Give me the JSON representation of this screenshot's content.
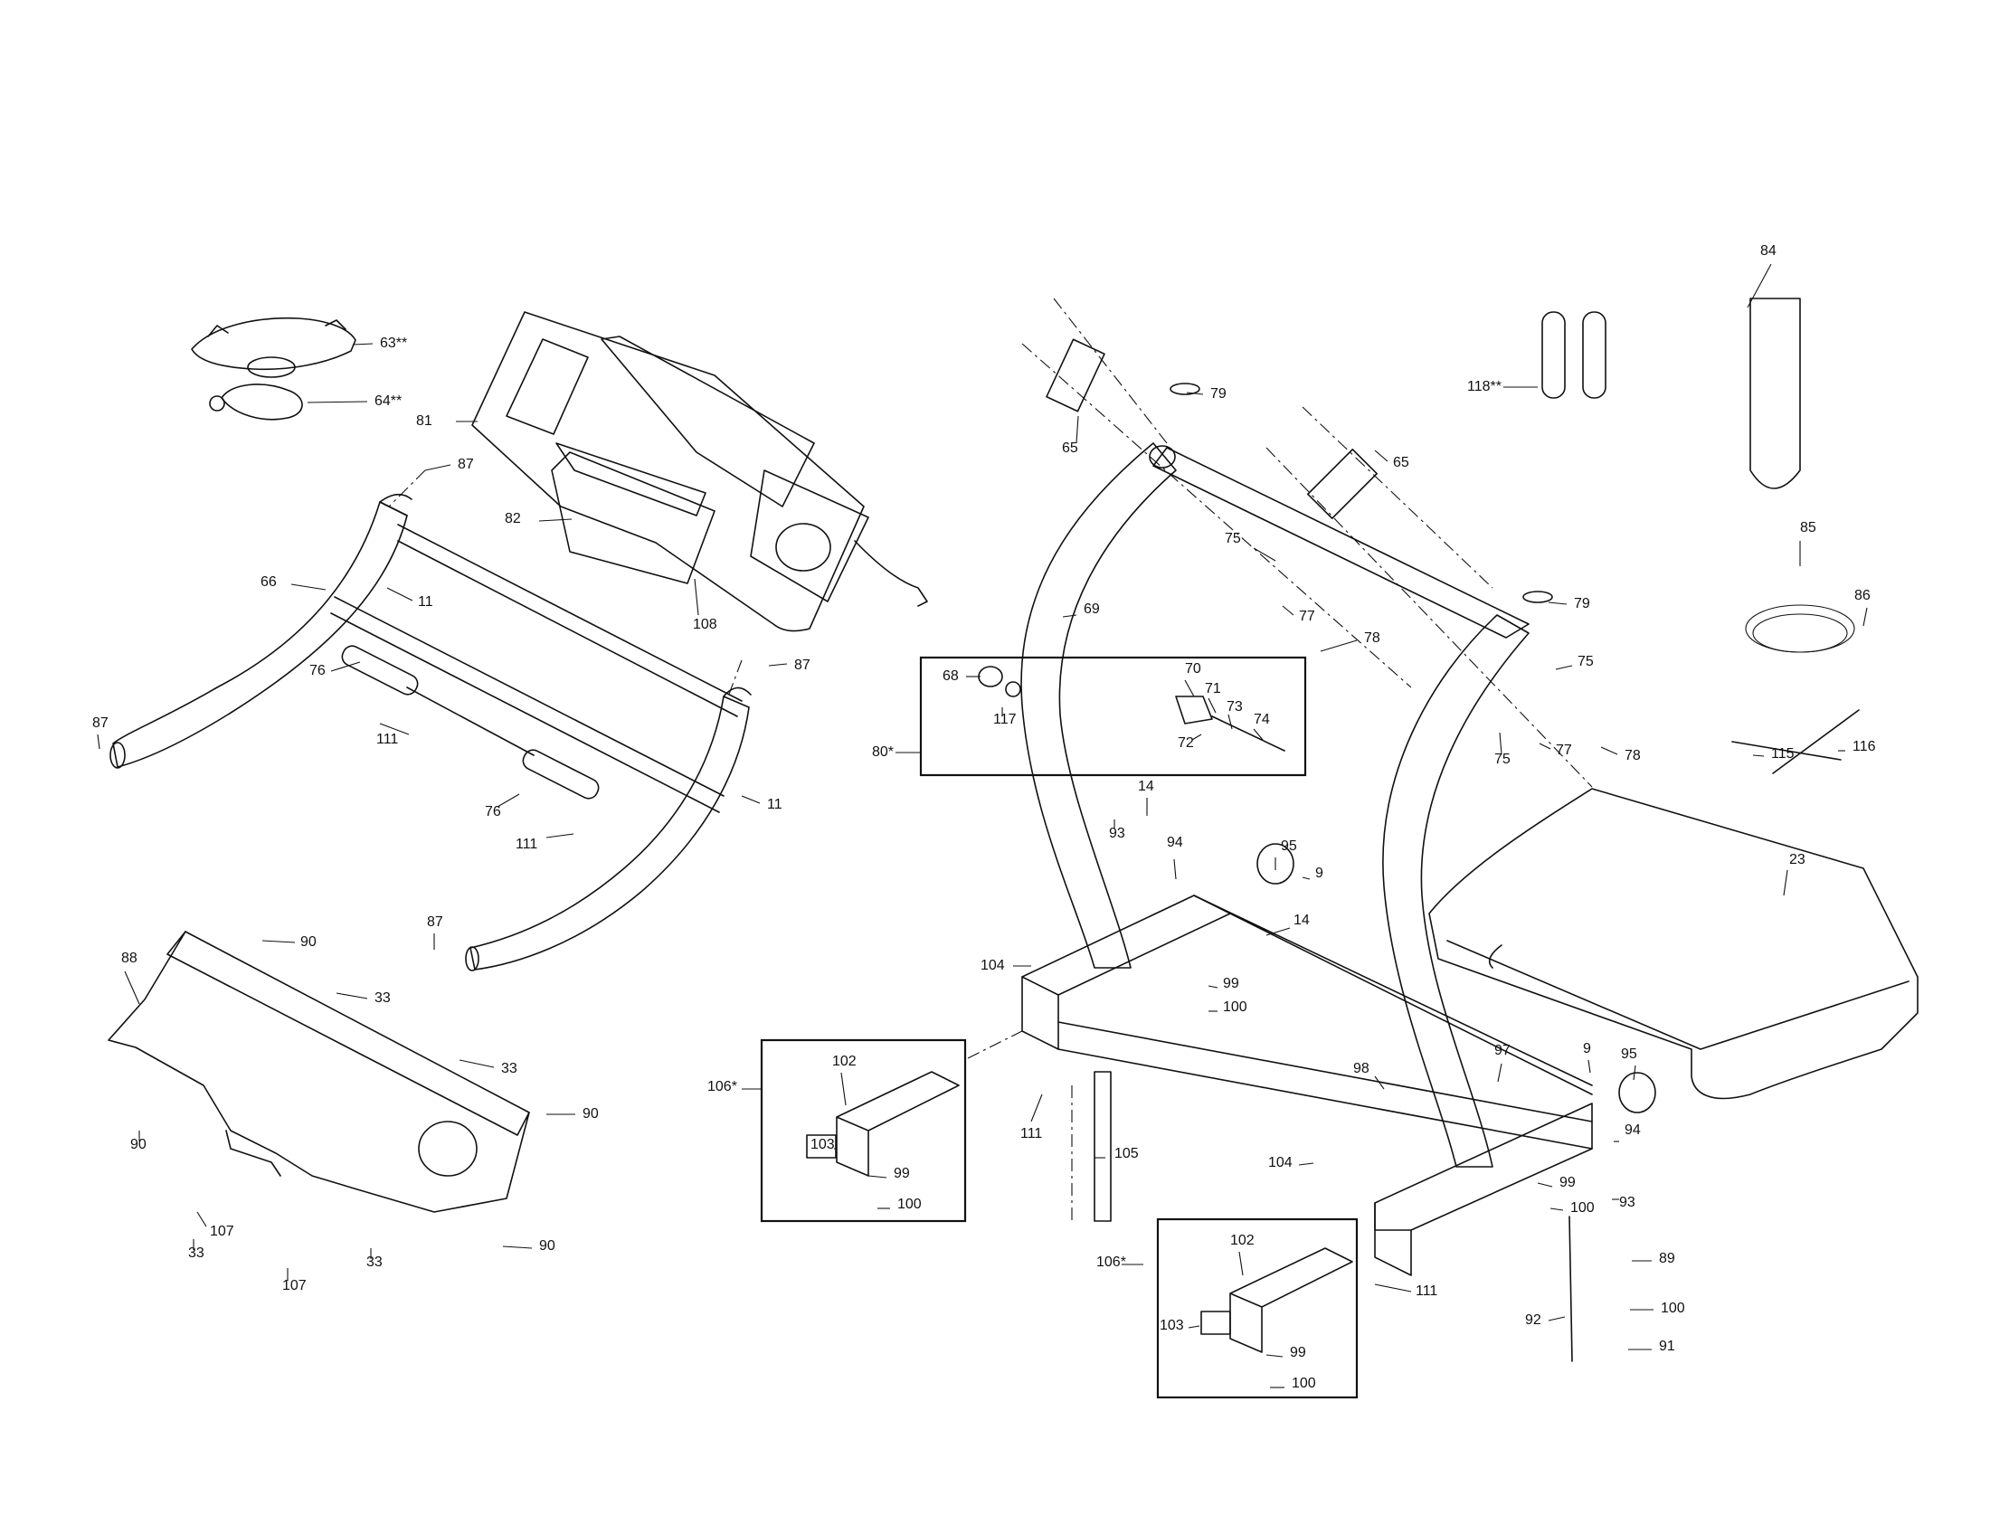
{
  "callouts": [
    {
      "text": "63**"
    },
    {
      "text": "64**"
    },
    {
      "text": "81"
    },
    {
      "text": "87"
    },
    {
      "text": "82"
    },
    {
      "text": "66"
    },
    {
      "text": "11"
    },
    {
      "text": "108"
    },
    {
      "text": "87"
    },
    {
      "text": "76"
    },
    {
      "text": "111"
    },
    {
      "text": "87"
    },
    {
      "text": "76"
    },
    {
      "text": "11"
    },
    {
      "text": "111"
    },
    {
      "text": "87"
    },
    {
      "text": "88"
    },
    {
      "text": "90"
    },
    {
      "text": "33"
    },
    {
      "text": "33"
    },
    {
      "text": "90"
    },
    {
      "text": "90"
    },
    {
      "text": "107"
    },
    {
      "text": "33"
    },
    {
      "text": "33"
    },
    {
      "text": "107"
    },
    {
      "text": "90"
    },
    {
      "text": "79"
    },
    {
      "text": "65"
    },
    {
      "text": "65"
    },
    {
      "text": "69"
    },
    {
      "text": "75"
    },
    {
      "text": "77"
    },
    {
      "text": "78"
    },
    {
      "text": "79"
    },
    {
      "text": "68"
    },
    {
      "text": "117"
    },
    {
      "text": "70"
    },
    {
      "text": "71"
    },
    {
      "text": "73"
    },
    {
      "text": "74"
    },
    {
      "text": "72"
    },
    {
      "text": "80*"
    },
    {
      "text": "75"
    },
    {
      "text": "77"
    },
    {
      "text": "75"
    },
    {
      "text": "78"
    },
    {
      "text": "14"
    },
    {
      "text": "93"
    },
    {
      "text": "94"
    },
    {
      "text": "95"
    },
    {
      "text": "9"
    },
    {
      "text": "14"
    },
    {
      "text": "104"
    },
    {
      "text": "99"
    },
    {
      "text": "100"
    },
    {
      "text": "106*"
    },
    {
      "text": "102"
    },
    {
      "text": "103"
    },
    {
      "text": "99"
    },
    {
      "text": "100"
    },
    {
      "text": "111"
    },
    {
      "text": "105"
    },
    {
      "text": "98"
    },
    {
      "text": "97"
    },
    {
      "text": "9"
    },
    {
      "text": "95"
    },
    {
      "text": "94"
    },
    {
      "text": "104"
    },
    {
      "text": "99"
    },
    {
      "text": "93"
    },
    {
      "text": "100"
    },
    {
      "text": "106*"
    },
    {
      "text": "102"
    },
    {
      "text": "103"
    },
    {
      "text": "99"
    },
    {
      "text": "100"
    },
    {
      "text": "111"
    },
    {
      "text": "84"
    },
    {
      "text": "118**"
    },
    {
      "text": "85"
    },
    {
      "text": "86"
    },
    {
      "text": "115"
    },
    {
      "text": "116"
    },
    {
      "text": "23"
    },
    {
      "text": "89"
    },
    {
      "text": "92"
    },
    {
      "text": "100"
    },
    {
      "text": "91"
    }
  ]
}
